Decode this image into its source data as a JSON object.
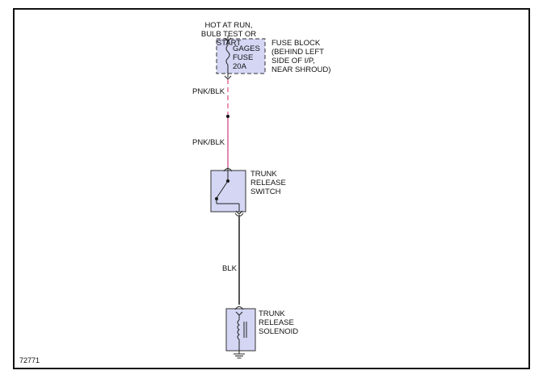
{
  "power": {
    "source_label": "HOT AT RUN,\nBULB TEST OR START"
  },
  "fuse": {
    "label": "GAGES\nFUSE\n20A"
  },
  "fuse_block": {
    "label": "FUSE BLOCK\n(BEHIND LEFT\nSIDE OF I/P,\nNEAR SHROUD)"
  },
  "wires": [
    {
      "label": "PNK/BLK",
      "color": "#e0709a"
    },
    {
      "label": "PNK/BLK",
      "color": "#d2609a"
    },
    {
      "label": "BLK",
      "color": "#555555"
    }
  ],
  "switch": {
    "label": "TRUNK\nRELEASE\nSWITCH"
  },
  "solenoid": {
    "label": "TRUNK\nRELEASE\nSOLENOID"
  },
  "diagram_number": "72771",
  "colors": {
    "component_fill": "#d4d6f4",
    "outline": "#333333"
  }
}
